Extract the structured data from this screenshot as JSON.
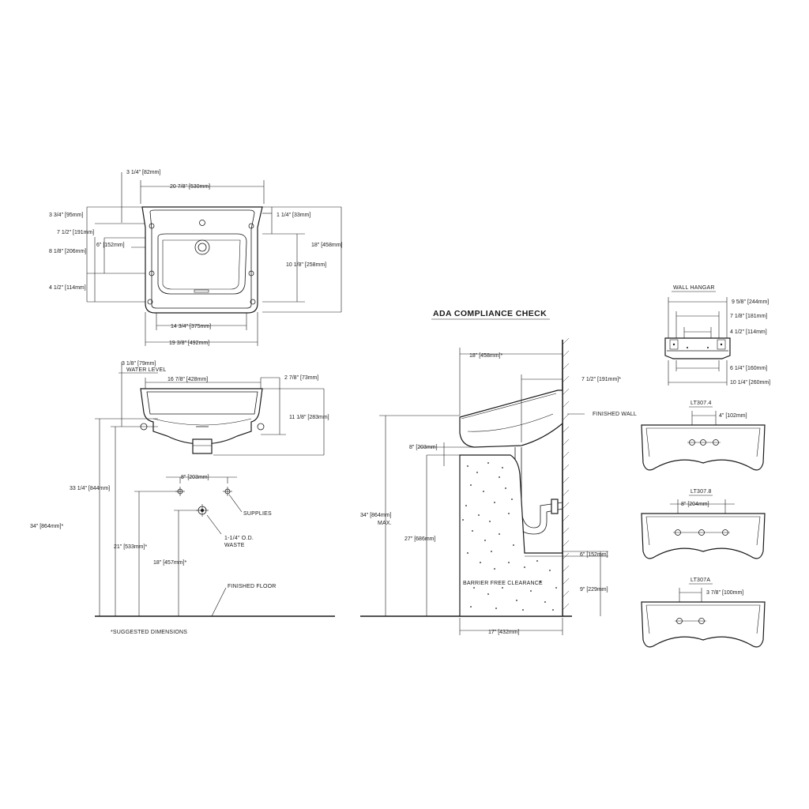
{
  "top_view": {
    "dims": {
      "d_3_1_4": "3 1/4\" [82mm]",
      "d_20_7_8": "20 7/8\" [530mm]",
      "d_3_3_4": "3 3/4\" [95mm]",
      "d_1_1_4": "1 1/4\" [33mm]",
      "d_7_1_2": "7 1/2\" [191mm]",
      "d_18": "18\" [458mm]",
      "d_6": "6\" [152mm]",
      "d_8_1_8": "8 1/8\" [206mm]",
      "d_10_1_8": "10 1/8\" [258mm]",
      "d_4_1_2": "4 1/2\" [114mm]",
      "d_14_3_4": "14 3/4\" [375mm]",
      "d_19_3_8": "19 3/8\" [492mm]"
    }
  },
  "front_view": {
    "dims": {
      "d_3_1_8": "3 1/8\" [79mm]",
      "water_level": "WATER LEVEL",
      "d_16_7_8": "16 7/8\" [428mm]",
      "d_2_7_8": "2 7/8\" [73mm]",
      "d_11_1_8": "11 1/8\" [283mm]",
      "d_8": "8\" [203mm]",
      "d_33_1_4": "33 1/4\" [844mm]",
      "supplies": "SUPPLIES",
      "d_34": "34\" [864mm]*",
      "d_1_1_4_od": "1-1/4\" O.D.",
      "waste": "WASTE",
      "d_21": "21\" [533mm]*",
      "d_18": "18\" [457mm]*",
      "finished_floor": "FINISHED FLOOR",
      "footnote": "*SUGGESTED DIMENSIONS"
    }
  },
  "ada": {
    "title": "ADA COMPLIANCE CHECK",
    "dims": {
      "d_18": "18\" [458mm]*",
      "d_7_1_2": "7 1/2\" [191mm]*",
      "finished_wall": "FINISHED WALL",
      "d_8": "8\" [203mm]",
      "d_34": "34\" [864mm]",
      "max": "MAX.",
      "d_27": "27\" [686mm]",
      "d_6": "6\" [152mm]",
      "barrier_free": "BARRIER FREE CLEARANCE",
      "d_9": "9\" [229mm]",
      "d_17": "17\" [432mm]"
    }
  },
  "wall_hangar": {
    "title": "WALL HANGAR",
    "dims": {
      "d_9_5_8": "9 5/8\" [244mm]",
      "d_7_1_8": "7 1/8\" [181mm]",
      "d_4_1_2": "4 1/2\" [114mm]",
      "d_6_1_4": "6 1/4\" [160mm]",
      "d_10_1_4": "10 1/4\" [260mm]"
    }
  },
  "variants": [
    {
      "model": "LT307.4",
      "dim": "4\" [102mm]"
    },
    {
      "model": "LT307.8",
      "dim": "8\" [204mm]"
    },
    {
      "model": "LT307A",
      "dim": "3 7/8\" [100mm]"
    }
  ]
}
